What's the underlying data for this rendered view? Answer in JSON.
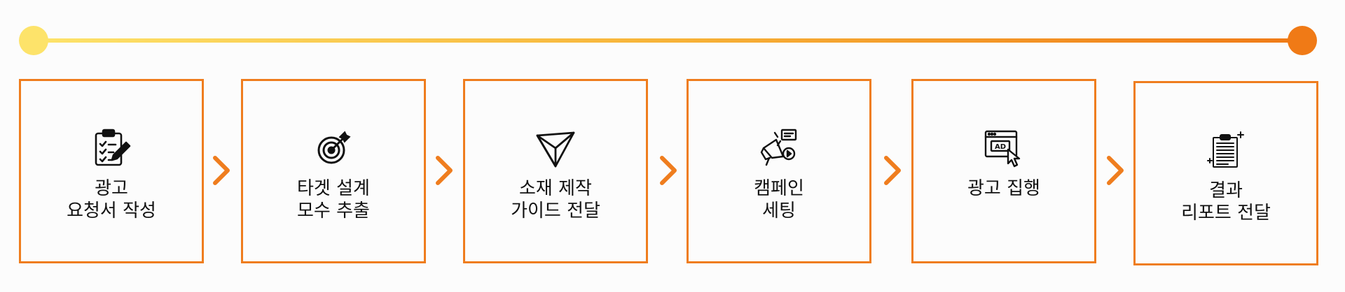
{
  "steps": [
    {
      "line1": "광고",
      "line2": "요청서 작성",
      "icon": "clipboard-pencil-icon"
    },
    {
      "line1": "타겟 설계",
      "line2": "모수 추출",
      "icon": "target-icon"
    },
    {
      "line1": "소재 제작",
      "line2": "가이드 전달",
      "icon": "paper-plane-icon"
    },
    {
      "line1": "캠페인",
      "line2": "세팅",
      "icon": "megaphone-icon"
    },
    {
      "line1": "광고 집행",
      "line2": "",
      "icon": "ad-screen-cursor-icon"
    },
    {
      "line1": "결과",
      "line2": "리포트 전달",
      "icon": "report-document-icon"
    }
  ],
  "colors": {
    "accent": "#ef7d1e",
    "timeline_start": "#fde36a",
    "timeline_end": "#f07a16"
  }
}
